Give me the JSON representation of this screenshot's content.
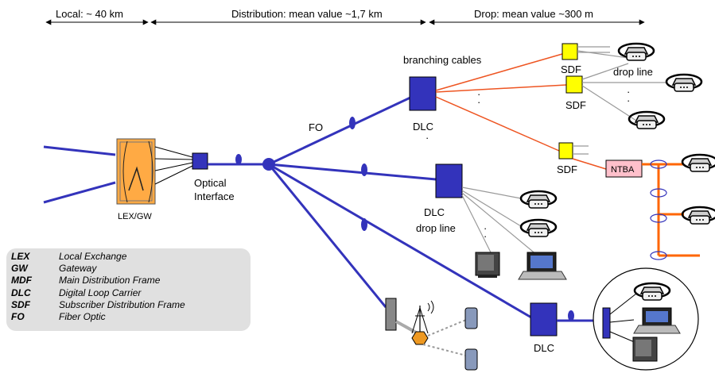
{
  "header": {
    "local": "Local: ~  40 km",
    "distribution": "Distribution: mean value ~1,7 km",
    "drop": "Drop: mean value ~300 m"
  },
  "labels": {
    "lex_gw": "LEX/GW",
    "optical_interface_1": "Optical",
    "optical_interface_2": "Interface",
    "fo": "FO",
    "branching_cables": "branching cables",
    "dlc_top": "DLC",
    "dlc_mid": "DLC",
    "dlc_bottom": "DLC",
    "sdf_1": "SDF",
    "sdf_2": "SDF",
    "sdf_3": "SDF",
    "drop_line_top": "drop line",
    "drop_line_mid": "drop line",
    "ntba": "NTBA"
  },
  "legend": [
    {
      "abbr": "LEX",
      "desc": "Local Exchange"
    },
    {
      "abbr": "GW",
      "desc": "Gateway"
    },
    {
      "abbr": "MDF",
      "desc": "Main Distribution Frame"
    },
    {
      "abbr": "DLC",
      "desc": "Digital Loop Carrier"
    },
    {
      "abbr": "SDF",
      "desc": "Subscriber Distribution Frame"
    },
    {
      "abbr": "FO",
      "desc": "Fiber Optic"
    }
  ],
  "colors": {
    "fiber": "#3333bb",
    "copper_orange": "#ff6600",
    "copper_red": "#e05020",
    "drop_gray": "#999999",
    "sdf_fill": "#ffff00",
    "ntba_fill": "#ffc0cb",
    "lex_fill": "#ffaa44",
    "legend_bg": "#e0e0e0"
  }
}
